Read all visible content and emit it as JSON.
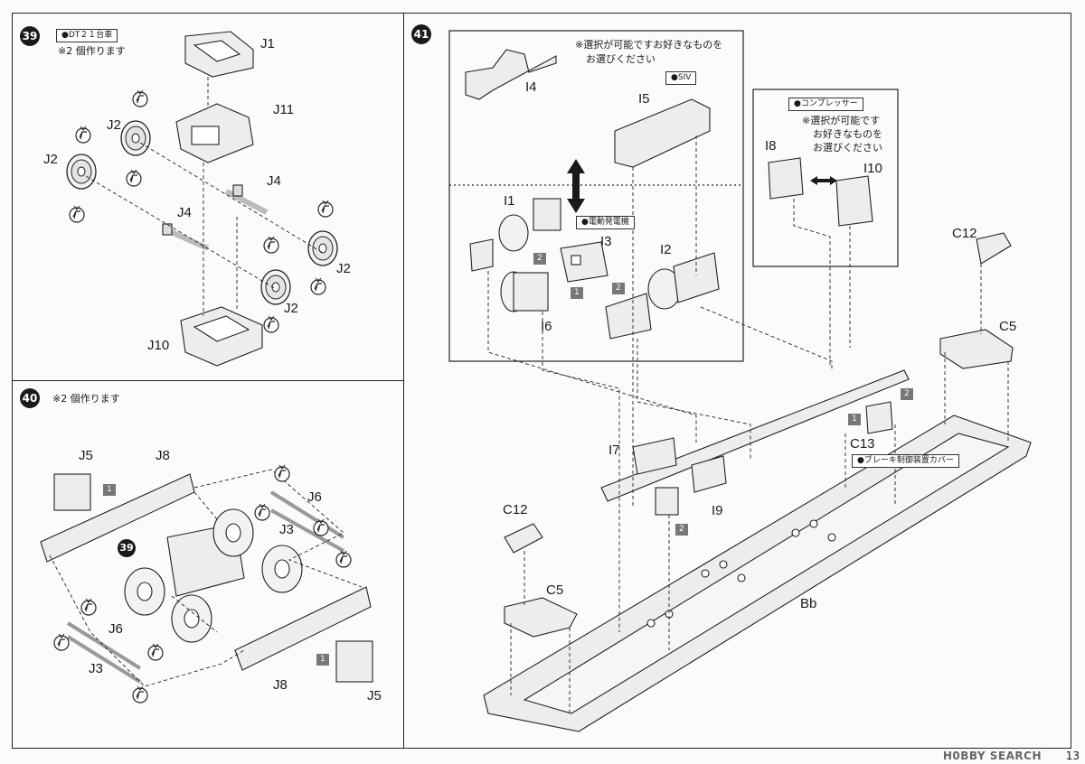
{
  "page_number": "13",
  "watermark": "H0BBY SEARCH",
  "steps": {
    "s39": {
      "number": "39",
      "tag": "●DT２１台車",
      "note": "※2 個作ります",
      "labels": {
        "j1": "J1",
        "j11": "J11",
        "j2a": "J2",
        "j2b": "J2",
        "j2c": "J2",
        "j2d": "J2",
        "j4a": "J4",
        "j4b": "J4",
        "j10": "J10"
      }
    },
    "s40": {
      "number": "40",
      "note": "※2 個作ります",
      "labels": {
        "j5a": "J5",
        "j8a": "J8",
        "j6a": "J6",
        "j3a": "J3",
        "j6b": "J6",
        "j3b": "J3",
        "j8b": "J8",
        "j5b": "J5"
      },
      "ref_step": "39",
      "num1a": "1",
      "num1b": "1"
    },
    "s41": {
      "number": "41",
      "choose_note": [
        "※選択が可能ですお好きなものを",
        "お選びください"
      ],
      "siv_tag": "●SIV",
      "generator_tag": "●電動発電機",
      "compressor_tag": "●コンプレッサー",
      "compressor_note": [
        "※選択が可能です",
        "お好きなものを",
        "お選びください"
      ],
      "brake_tag": "●ブレーキ制御装置カバー",
      "labels": {
        "i4": "I4",
        "i5": "I5",
        "i1": "I1",
        "i3": "I3",
        "i2": "I2",
        "i6": "I6",
        "i8": "I8",
        "i10": "I10",
        "c12a": "C12",
        "c5a": "C5",
        "c13": "C13",
        "i7": "I7",
        "i9": "I9",
        "c12b": "C12",
        "c5b": "C5",
        "bb": "Bb"
      },
      "nums": {
        "n2a": "2",
        "n1a": "1",
        "n2b": "2",
        "n1b": "1",
        "n2c": "2",
        "n2d": "2"
      }
    }
  },
  "colors": {
    "line": "#222222",
    "part_fill": "#eeeeee",
    "dark": "#1a1a1a"
  }
}
